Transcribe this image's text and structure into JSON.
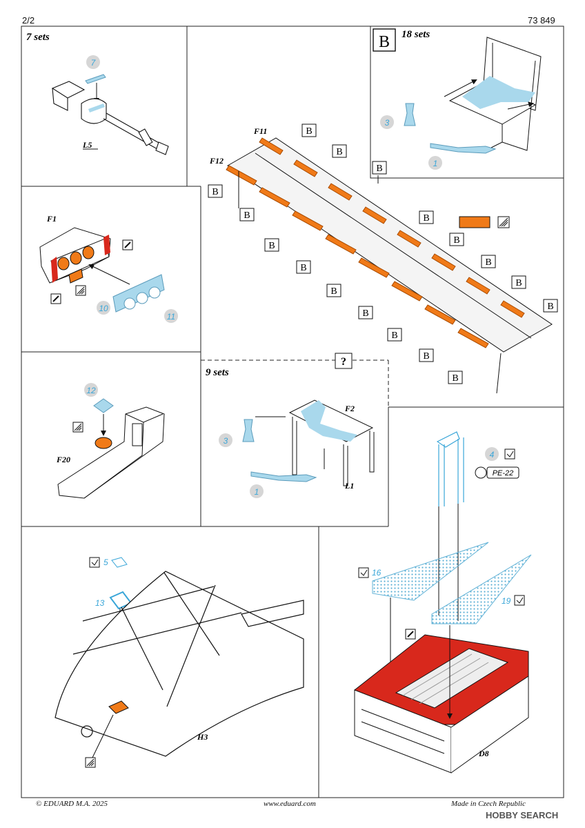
{
  "header": {
    "page": "2/2",
    "kit_number": "73 849"
  },
  "footer": {
    "copyright": "© EDUARD  M.A. 2025",
    "website": "www.eduard.com",
    "origin": "Made in Czech Republic",
    "watermark": "HOBBY SEARCH"
  },
  "panels": {
    "gun": {
      "sets": "7 sets",
      "part_no": "7",
      "label": "L5"
    },
    "panel_f1": {
      "label": "F1",
      "part_a": "10",
      "part_b": "11"
    },
    "panel_f20": {
      "label": "F20",
      "part_no": "12"
    },
    "seats_row": {
      "labels": [
        "F11",
        "F12"
      ],
      "marker": "B"
    },
    "seat_b": {
      "marker": "B",
      "sets": "18 sets",
      "part_a": "3",
      "part_b": "1"
    },
    "seat_9": {
      "sets": "9 sets",
      "query": "?",
      "label_f2": "F2",
      "label_l1": "L1",
      "part_a": "3",
      "part_b": "1"
    },
    "canopy": {
      "part_a": "5",
      "part_b": "13",
      "label": "H3"
    },
    "floor": {
      "part_a": "4",
      "ref": "PE-22",
      "part_b": "16",
      "part_c": "19",
      "label": "D8"
    }
  },
  "colors": {
    "photo_etch_blue": "#a9d8ec",
    "part_number_blue": "#3aa6d8",
    "orange_belts": "#f07a18",
    "red_paint": "#d8281c",
    "circle_grey": "#d6d6d6"
  }
}
